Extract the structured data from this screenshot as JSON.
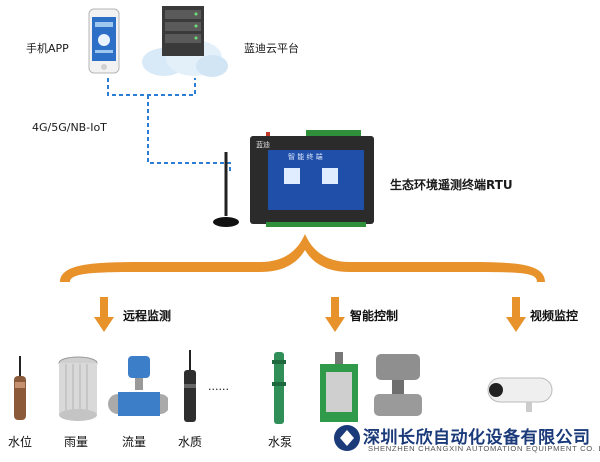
{
  "labels": {
    "phone_app": "手机APP",
    "cloud_platform": "蓝迪云平台",
    "network": "4G/5G/NB-IoT",
    "rtu": "生态环境遥测终端RTU"
  },
  "rtu_screen": {
    "brand": "蓝迪",
    "title": "智 能 终 端"
  },
  "categories": [
    {
      "label": "远程监测"
    },
    {
      "label": "智能控制"
    },
    {
      "label": "视频监控"
    }
  ],
  "devices": [
    {
      "label": "水位"
    },
    {
      "label": "雨量"
    },
    {
      "label": "流量"
    },
    {
      "label": "水质"
    },
    {
      "label": "......"
    },
    {
      "label": "水泵"
    }
  ],
  "brand": {
    "cn": "深圳长欣自动化设备有限公司",
    "en": "SHENZHEN CHANGXIN AUTOMATION EQUIPMENT CO. LTD"
  },
  "colors": {
    "arrow": "#e8922c",
    "brand": "#1a3a7a",
    "dashed_link": "#2a7fd4"
  }
}
